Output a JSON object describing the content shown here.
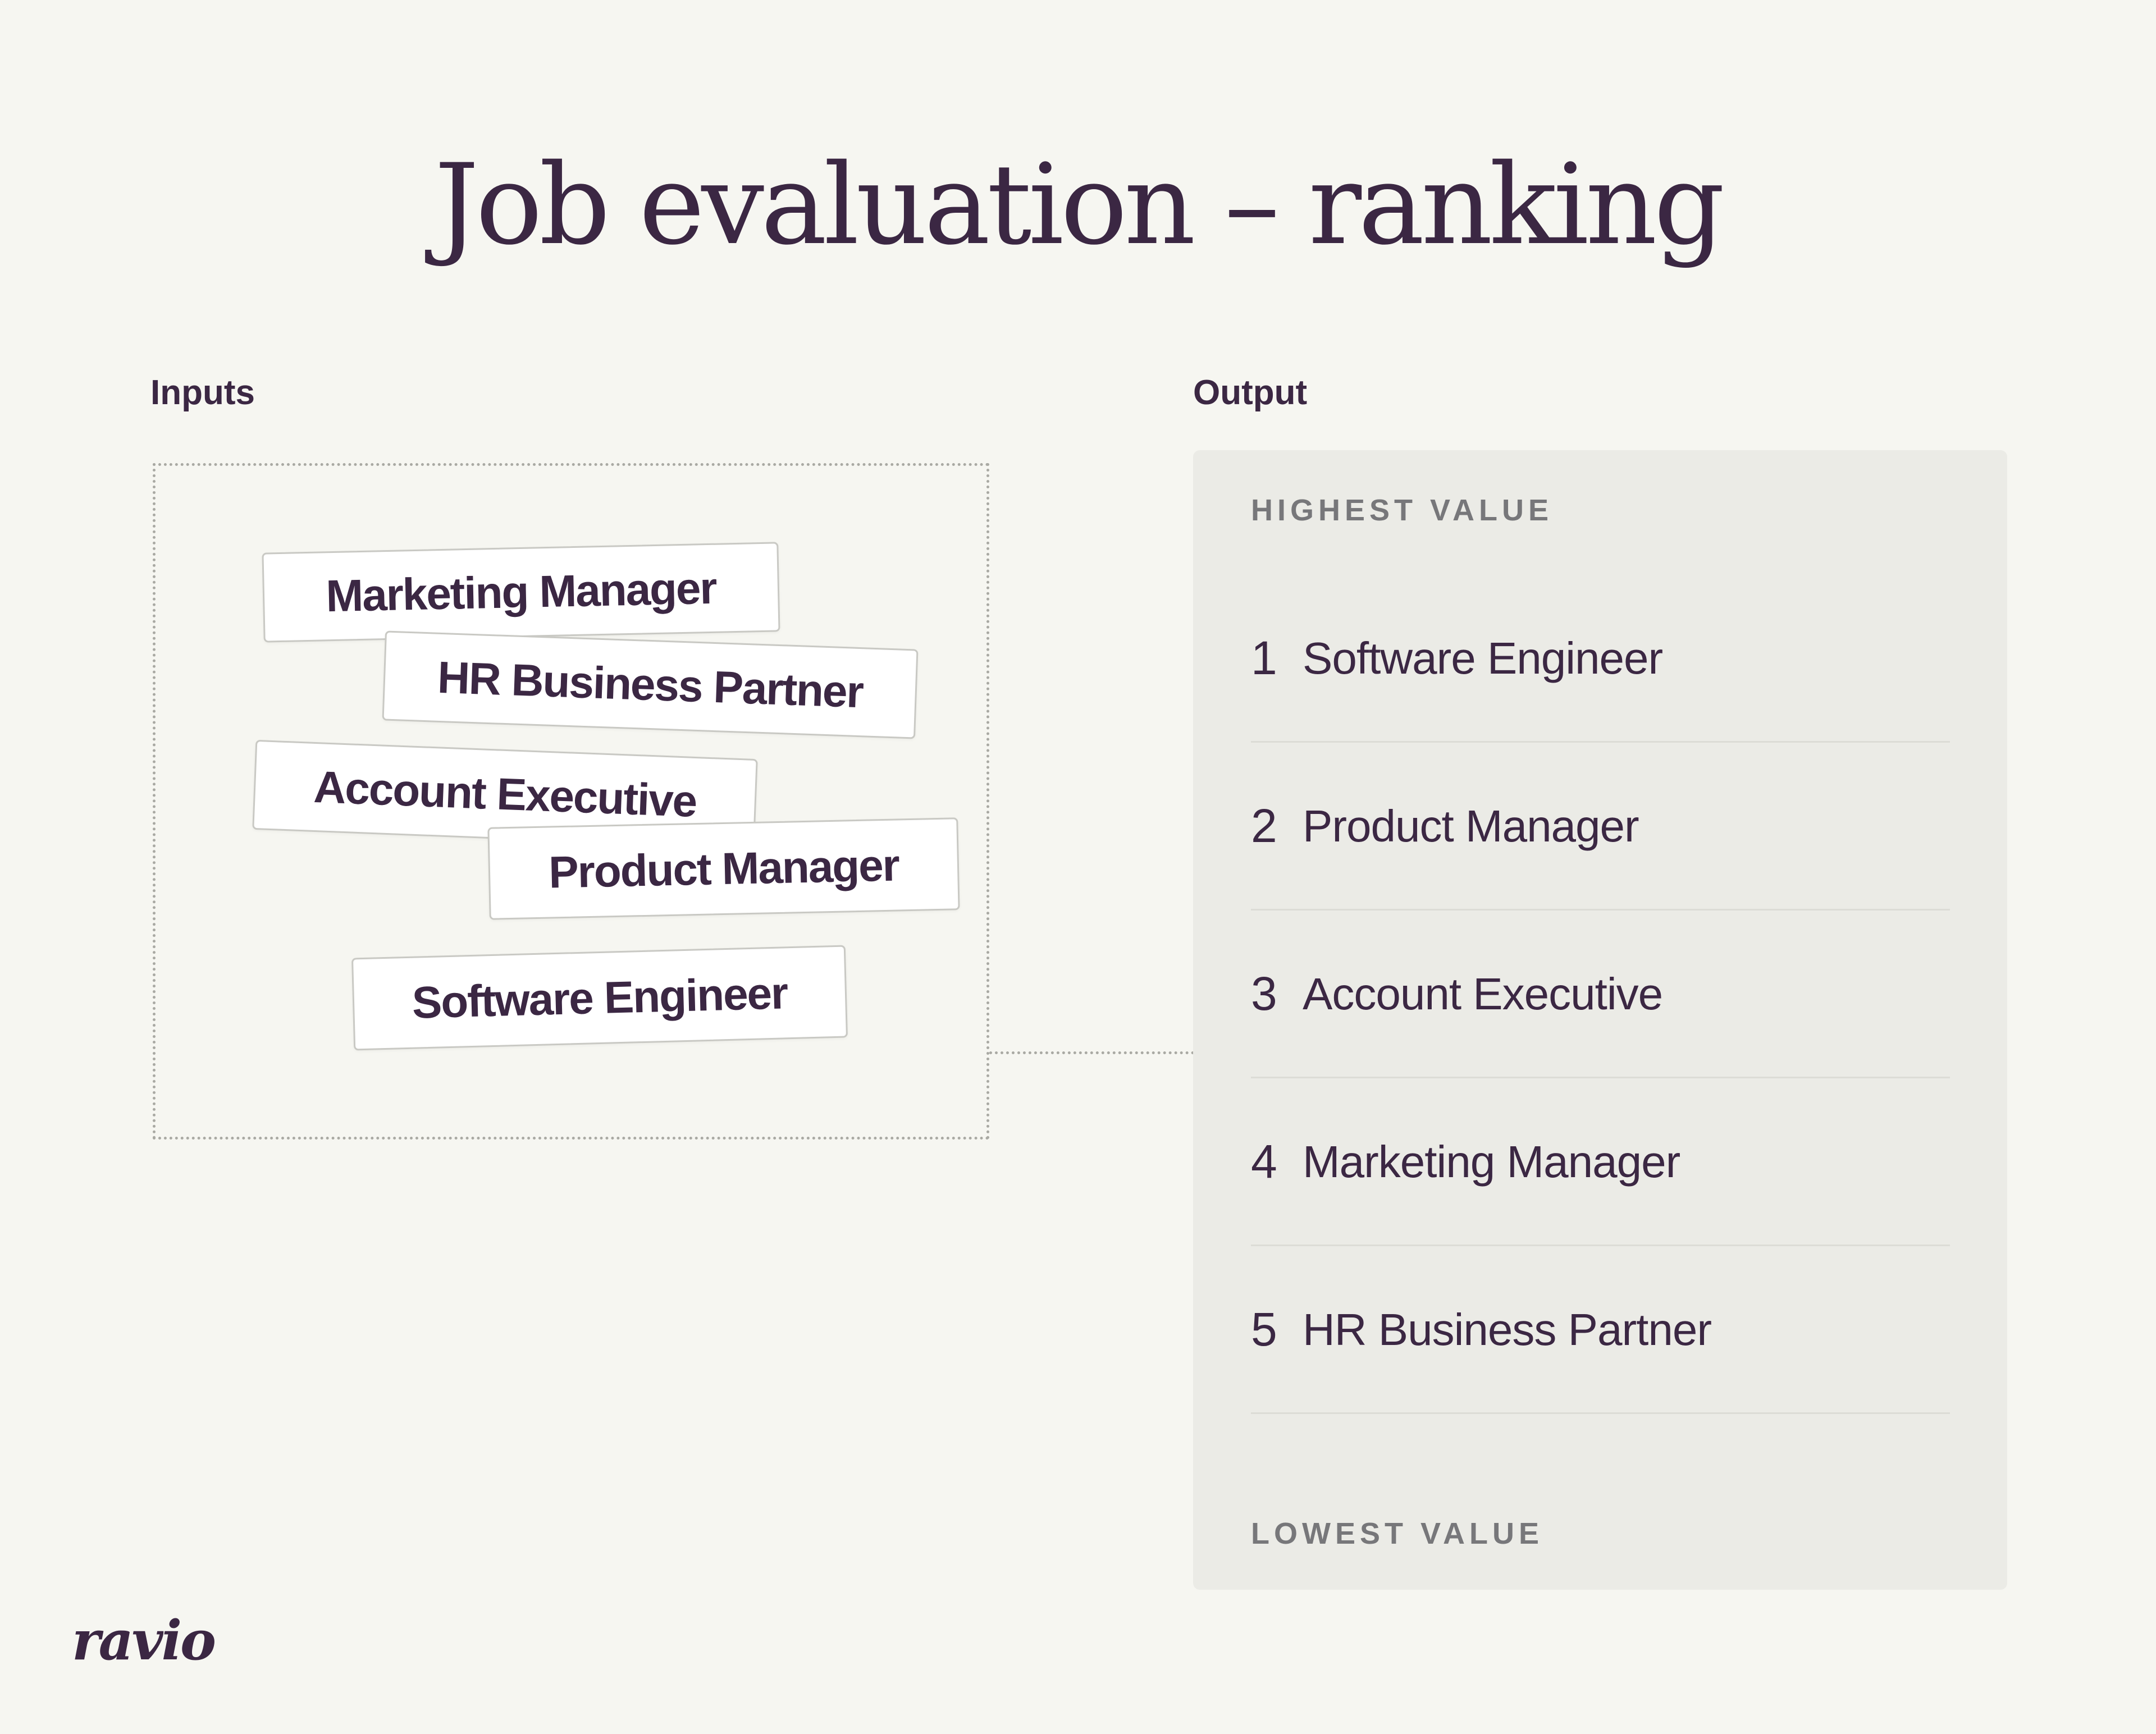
{
  "title": "Job evaluation – ranking",
  "inputs": {
    "label": "Inputs",
    "chips": [
      "Marketing Manager",
      "HR Business Partner",
      "Account Executive",
      "Product Manager",
      "Software Engineer"
    ]
  },
  "output": {
    "label": "Output",
    "highest_label": "HIGHEST VALUE",
    "lowest_label": "LOWEST VALUE",
    "ranking": [
      {
        "rank": "1",
        "name": "Software Engineer"
      },
      {
        "rank": "2",
        "name": "Product Manager"
      },
      {
        "rank": "3",
        "name": "Account Executive"
      },
      {
        "rank": "4",
        "name": "Marketing Manager"
      },
      {
        "rank": "5",
        "name": "HR Business Partner"
      }
    ]
  },
  "logo_text": "ravio",
  "colors": {
    "background": "#f6f6f1",
    "text": "#3b2743",
    "panel": "#ebebe6",
    "muted_label": "#77777a"
  }
}
